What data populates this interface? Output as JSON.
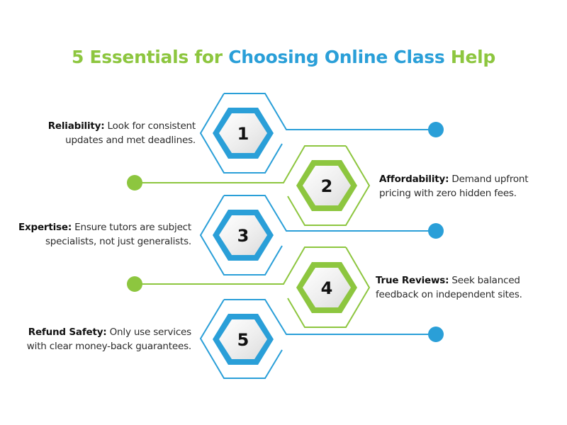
{
  "title": {
    "part1": "5 Essentials for ",
    "part2": "Choosing Online Class",
    "part3": " Help",
    "colors": {
      "green": "#8dc63f",
      "blue": "#2a9fd8"
    }
  },
  "items": [
    {
      "number": "1",
      "label": "Reliability:",
      "text_line1": " Look for consistent",
      "text_line2": "updates and met deadlines.",
      "color": "#2a9fd8",
      "side": "left"
    },
    {
      "number": "2",
      "label": "Affordability:",
      "text_line1": " Demand upfront",
      "text_line2": "pricing with zero hidden fees.",
      "color": "#8dc63f",
      "side": "right"
    },
    {
      "number": "3",
      "label": "Expertise:",
      "text_line1": " Ensure tutors are subject",
      "text_line2": "specialists, not just generalists.",
      "color": "#2a9fd8",
      "side": "left"
    },
    {
      "number": "4",
      "label": "True Reviews:",
      "text_line1": " Seek balanced",
      "text_line2": "feedback on independent sites.",
      "color": "#8dc63f",
      "side": "right"
    },
    {
      "number": "5",
      "label": "Refund Safety:",
      "text_line1": " Only use services",
      "text_line2": "with clear money-back guarantees.",
      "color": "#2a9fd8",
      "side": "left"
    }
  ]
}
